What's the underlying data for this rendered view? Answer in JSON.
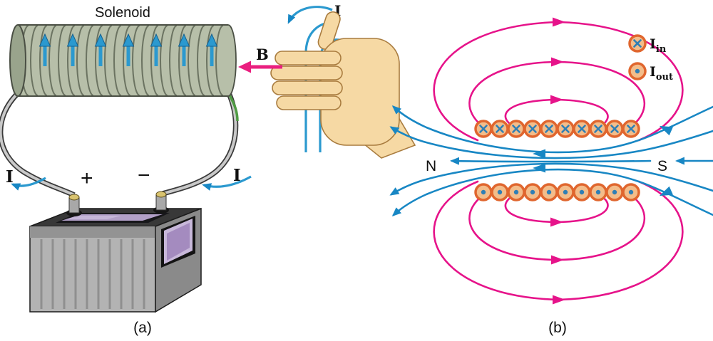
{
  "figure": {
    "panel_a": {
      "caption": "(a)",
      "solenoid_label": "Solenoid",
      "plus_terminal": "+",
      "minus_terminal": "−",
      "current_label_left": "I",
      "current_label_right": "I"
    },
    "hand_rule": {
      "current_label": "I",
      "field_label": "B"
    },
    "panel_b": {
      "caption": "(b)",
      "north_label": "N",
      "south_label": "S",
      "legend": {
        "into_page_symbol": "I",
        "into_page_subscript": "in",
        "out_of_page_symbol": "I",
        "out_of_page_subscript": "out"
      }
    },
    "colors": {
      "outside_field_line": "#e6138a",
      "inside_field_line": "#1887c4",
      "current_arrow": "#2b99cf",
      "solenoid_body": "#b7bfa9",
      "conductor_fill": "#f3bd8a",
      "conductor_ring": "#e0662e",
      "hand_skin": "#f6d9a4",
      "wire_core": "#c9c9c9"
    }
  }
}
